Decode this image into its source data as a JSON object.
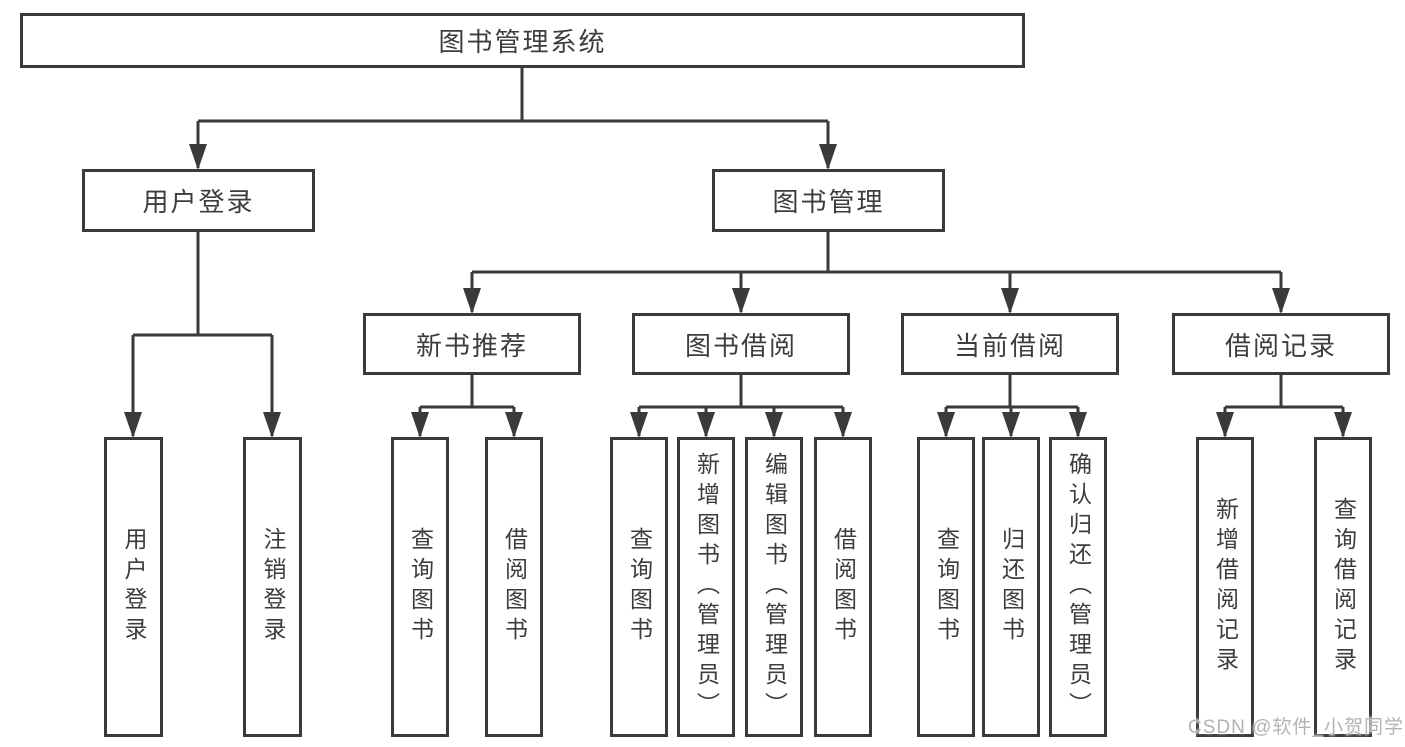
{
  "diagram": {
    "title": "图书管理系统",
    "branches": [
      {
        "id": "user-login",
        "label": "用户登录",
        "children": [
          "用户登录",
          "注销登录"
        ]
      },
      {
        "id": "book-management",
        "label": "图书管理",
        "sections": [
          {
            "id": "new-book-recommend",
            "label": "新书推荐",
            "children": [
              "查询图书",
              "借阅图书"
            ]
          },
          {
            "id": "book-borrow",
            "label": "图书借阅",
            "children": [
              "查询图书",
              "新增图书（管理员）",
              "编辑图书（管理员）",
              "借阅图书"
            ]
          },
          {
            "id": "current-borrow",
            "label": "当前借阅",
            "children": [
              "查询图书",
              "归还图书",
              "确认归还（管理员）"
            ]
          },
          {
            "id": "borrow-records",
            "label": "借阅记录",
            "children": [
              "新增借阅记录",
              "查询借阅记录"
            ]
          }
        ]
      }
    ],
    "colors": {
      "line": "#3a3a3a",
      "text": "#3d3d3d",
      "box_background": "#ffffff",
      "watermark": "#b3b3b3"
    }
  },
  "watermark": {
    "text": "CSDN @软件_小贺同学"
  }
}
